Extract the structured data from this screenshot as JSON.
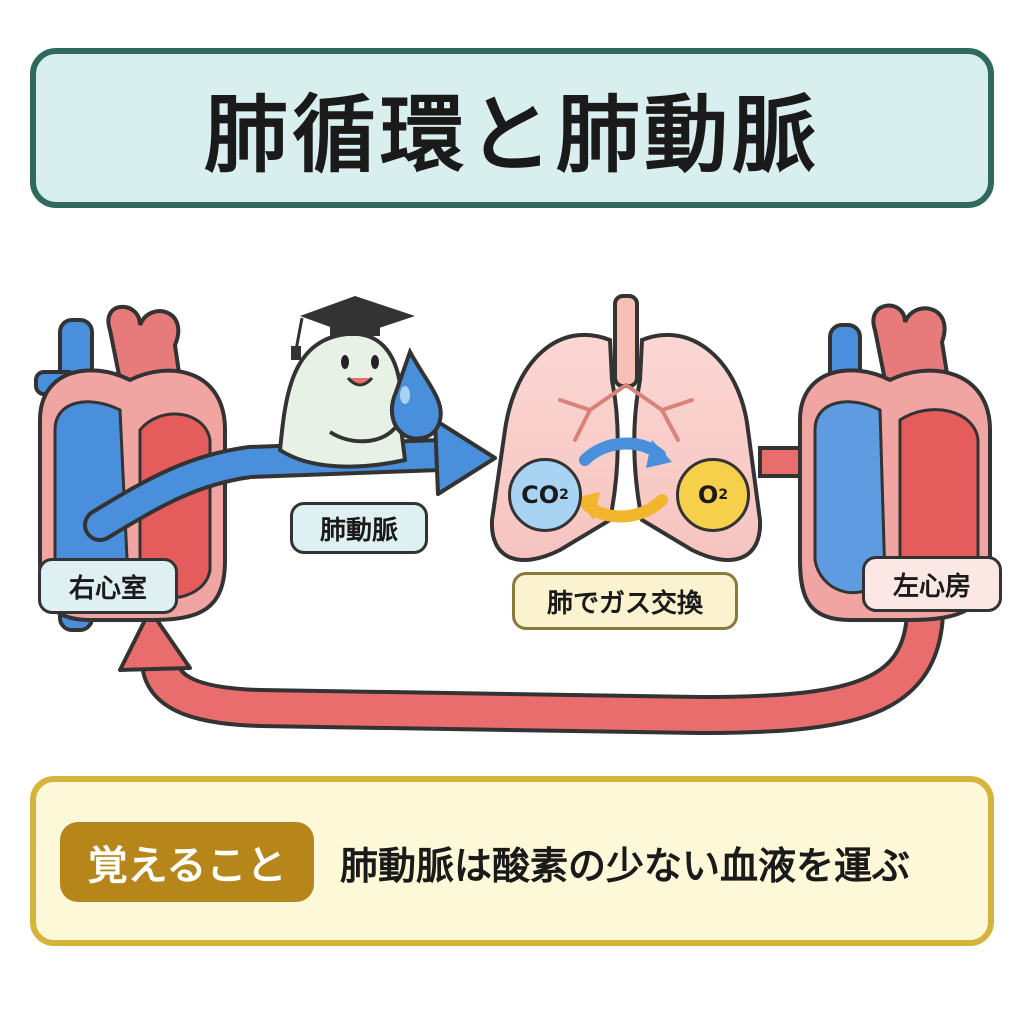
{
  "title": "肺循環と肺動脈",
  "labels": {
    "right_ventricle": "右心室",
    "pulmonary_artery": "肺動脈",
    "lung_exchange": "肺でガス交換",
    "left_atrium": "左心房"
  },
  "gases": {
    "co2": "CO",
    "co2_sub": "2",
    "o2": "O",
    "o2_sub": "2"
  },
  "memo": {
    "badge": "覚えること",
    "text": "肺動脈は酸素の少ない血液を運ぶ"
  },
  "colors": {
    "title_bg": "#d9efee",
    "title_border": "#2f6a5d",
    "deoxygenated_blood": "#4a8fdc",
    "oxygenated_blood": "#ea6d6d",
    "memo_bg": "#fdf8d8",
    "memo_border": "#d5b43c",
    "badge_bg": "#b6861a"
  },
  "icons": [
    "right-heart-icon",
    "left-heart-icon",
    "lungs-icon",
    "mascot-icon",
    "graduation-cap-icon",
    "water-drop-icon",
    "exchange-arrows-icon"
  ]
}
